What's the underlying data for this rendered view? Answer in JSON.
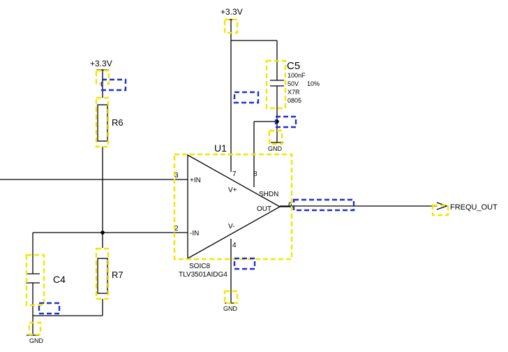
{
  "power": {
    "top": "+3.3V",
    "r6_supply": "+3.3V"
  },
  "ground": {
    "c5": "GND",
    "u1": "GND",
    "c4": "GND"
  },
  "opamp": {
    "refdes": "U1",
    "package": "SOIC8",
    "part": "TLV3501AIDG4",
    "pins": {
      "in_plus_num": "3",
      "in_plus_name": "+IN",
      "in_minus_num": "2",
      "in_minus_name": "-IN",
      "vplus_num": "7",
      "vplus_name": "V+",
      "shdn_num": "8",
      "shdn_name": "SHDN",
      "vminus_num": "4",
      "vminus_name": "V-",
      "out_num": "6",
      "out_name": "OUT"
    }
  },
  "c5": {
    "refdes": "C5",
    "value": "100nF",
    "voltage": "50V",
    "tolerance": "10%",
    "dielectric": "X7R",
    "package": "0805"
  },
  "resistors": {
    "r6": "R6",
    "r7": "R7"
  },
  "c4": {
    "refdes": "C4"
  },
  "net": {
    "output": "FREQU_OUT"
  },
  "colors": {
    "wire": "#000000",
    "highlight_yellow": "#f2e600",
    "highlight_blue": "#1f2fd0"
  }
}
